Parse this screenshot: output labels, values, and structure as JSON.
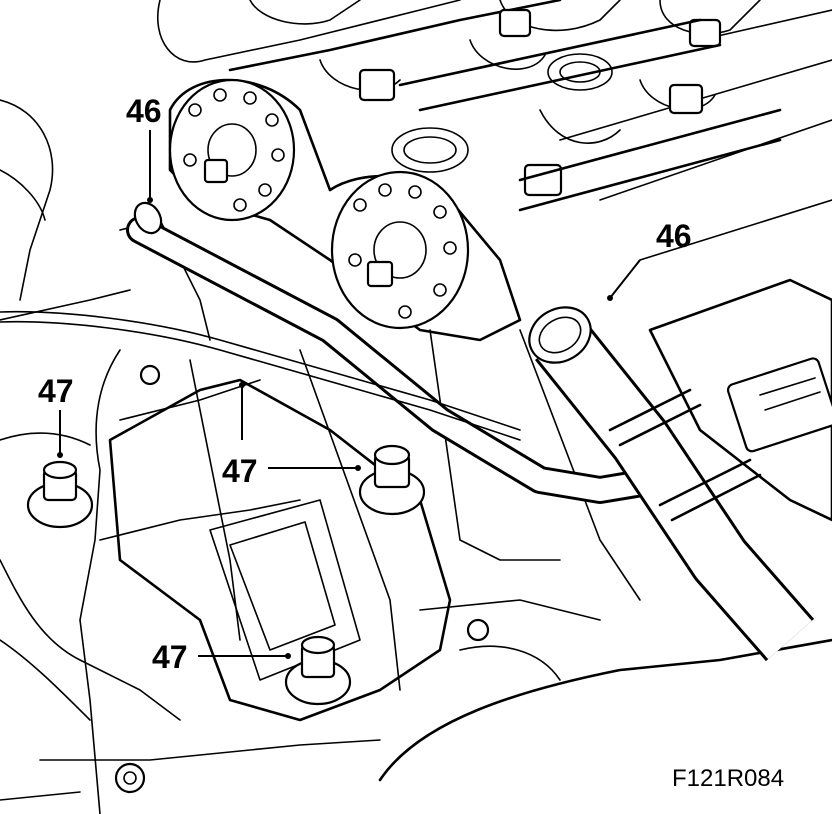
{
  "callouts": {
    "label_46_left": "46",
    "label_46_right": "46",
    "label_47_left": "47",
    "label_47_middle": "47",
    "label_47_bottom": "47"
  },
  "figure_id": "F121R084"
}
